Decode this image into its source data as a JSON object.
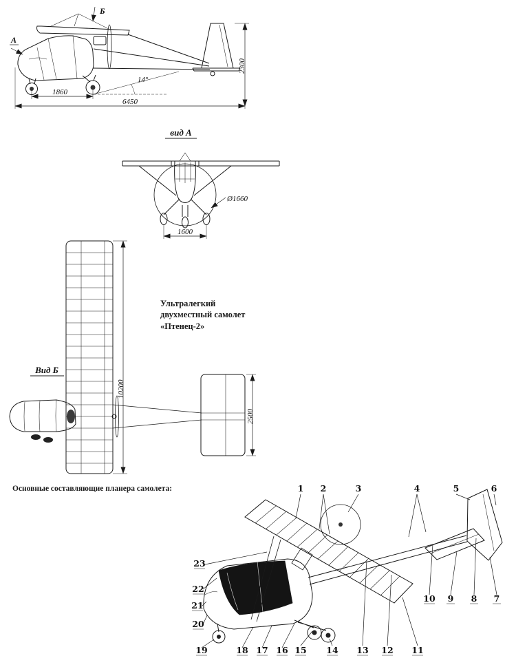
{
  "title_block": {
    "text": "Ультралегкий\nдвухместный самолет\n«Птенец-2»"
  },
  "components_heading": {
    "text": "Основные составляющие планера самолета:"
  },
  "side_view": {
    "view_arrow_a": "А",
    "view_arrow_b": "Б",
    "dim_height": "2300",
    "dim_nose_to_main_wheel": "1860",
    "dim_overall_length": "6450",
    "dim_tail_angle": "14°"
  },
  "front_view": {
    "label": "вид А",
    "dim_propeller_diameter": "Ø1660",
    "dim_wheel_track": "1600"
  },
  "top_view": {
    "label": "Вид Б",
    "dim_wing_span": "10200",
    "dim_stabilizer_span": "2500"
  },
  "perspective_view": {
    "callouts": [
      "1",
      "2",
      "3",
      "4",
      "5",
      "6",
      "7",
      "8",
      "9",
      "10",
      "11",
      "12",
      "13",
      "14",
      "15",
      "16",
      "17",
      "18",
      "19",
      "20",
      "21",
      "22",
      "23"
    ]
  }
}
